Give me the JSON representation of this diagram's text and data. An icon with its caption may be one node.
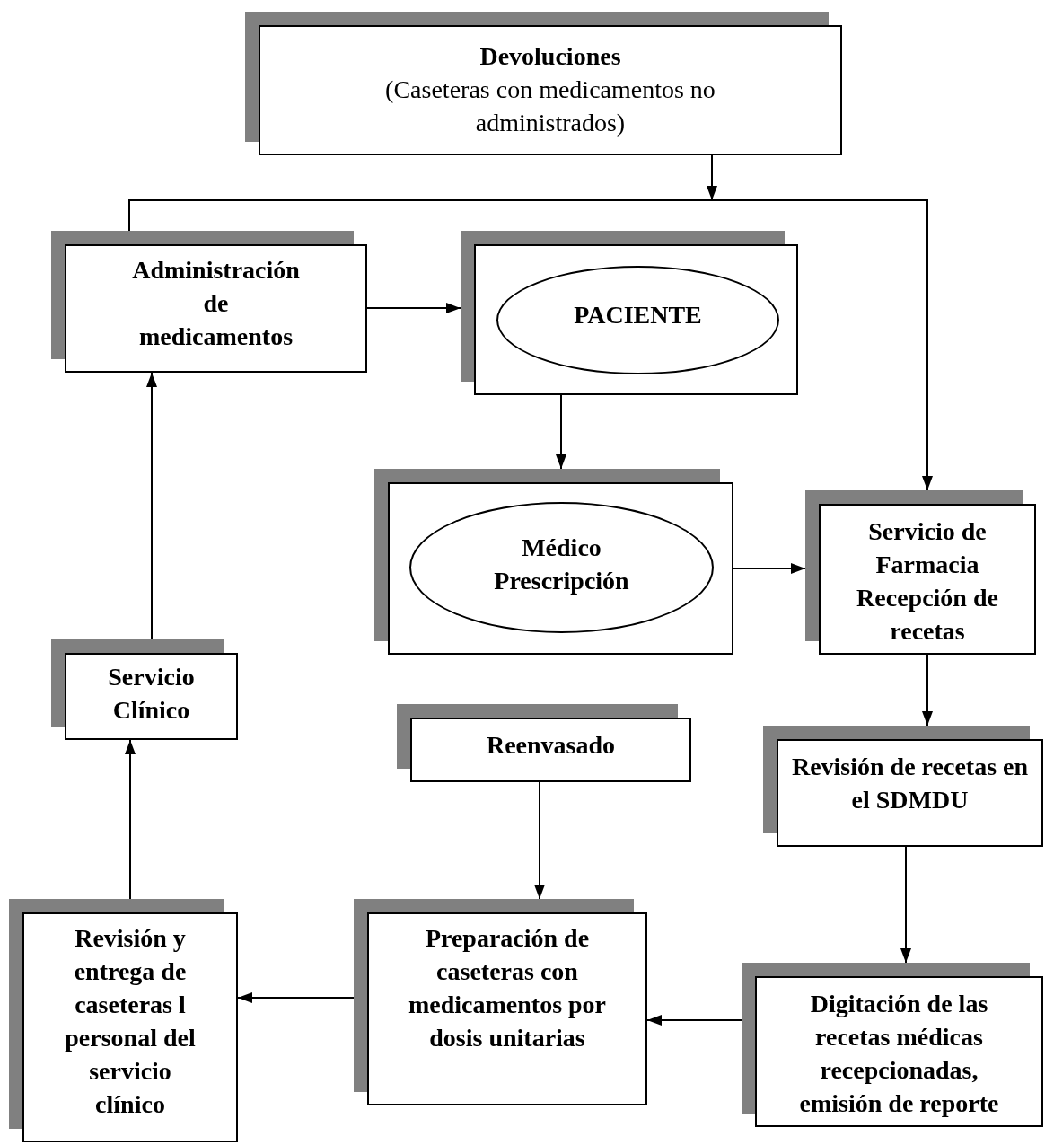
{
  "diagram": {
    "nodes": [
      {
        "text": [
          "Devoluciones",
          "(Caseteras con medicamentos no administrados)"
        ]
      },
      {
        "text": [
          "Administración de medicamentos"
        ]
      },
      {
        "text": [],
        "shape": "box"
      },
      {
        "text": [
          "PACIENTE"
        ],
        "in": 2
      },
      {
        "text": [],
        "shape": "box"
      },
      {
        "text": [
          "Médico Prescripción"
        ],
        "in": 4
      },
      {
        "text": [
          "Servicio de Farmacia Recepción de recetas"
        ]
      },
      {
        "text": [
          "Servicio Clínico"
        ]
      },
      {
        "text": [
          "Reenvasado"
        ]
      },
      {
        "text": [
          "Revisión de recetas en el SDMDU"
        ]
      },
      {
        "text": [
          "Revisión y entrega de caseteras l personal del servicio clínico"
        ]
      },
      {
        "text": [
          "Preparación de caseteras con medicamentos por dosis unitarias"
        ]
      },
      {
        "text": [
          "Digitación de las recetas médicas recepcionadas, emisión de reporte"
        ]
      }
    ],
    "edges": [
      {
        "from": 0,
        "to": 1,
        "arrow": "none"
      },
      {
        "from": 0,
        "to": 6,
        "arrow": "to"
      },
      {
        "from": 1,
        "to": 2,
        "arrow": "to"
      },
      {
        "from": 2,
        "to": 4,
        "arrow": "to"
      },
      {
        "from": 4,
        "to": 6,
        "arrow": "to"
      },
      {
        "from": 6,
        "to": 9,
        "arrow": "to"
      },
      {
        "from": 9,
        "to": 12,
        "arrow": "to"
      },
      {
        "from": 12,
        "to": 11,
        "arrow": "to"
      },
      {
        "from": 8,
        "to": 11,
        "arrow": "to"
      },
      {
        "from": 11,
        "to": 10,
        "arrow": "to"
      },
      {
        "from": 10,
        "to": 7,
        "arrow": "to"
      },
      {
        "from": 7,
        "to": 1,
        "arrow": "to"
      }
    ]
  }
}
